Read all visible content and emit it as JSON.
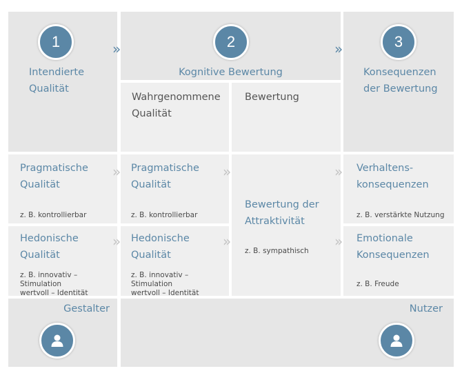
{
  "steps": [
    {
      "number": "1",
      "title": "Intendierte\nQualität"
    },
    {
      "number": "2",
      "title": "Kognitive Bewertung"
    },
    {
      "number": "3",
      "title": "Konsequenzen\nder Bewertung"
    }
  ],
  "sub_headers": {
    "perceived": "Wahrgenommene\nQualität",
    "evaluation": "Bewertung"
  },
  "rows": {
    "pragmatic": {
      "intended_title": "Pragmatische\nQualität",
      "intended_example": "z. B. kontrollierbar",
      "perceived_title": "Pragmatische\nQualität",
      "perceived_example": "z. B. kontrollierbar"
    },
    "hedonic": {
      "intended_title": "Hedonische\nQualität",
      "intended_example": "z. B. innovativ – Stimulation\nwertvoll – Identität",
      "perceived_title": "Hedonische\nQualität",
      "perceived_example": "z. B. innovativ – Stimulation\nwertvoll – Identität"
    }
  },
  "attractiveness": {
    "title": "Bewertung der\nAttraktivität",
    "example": "z. B. sympathisch"
  },
  "consequences": {
    "behavioral_title": "Verhaltens-\nkonsequenzen",
    "behavioral_example": "z. B. verstärkte Nutzung",
    "emotional_title": "Emotionale\nKonsequenzen",
    "emotional_example": "z. B. Freude"
  },
  "actors": {
    "designer": "Gestalter",
    "user": "Nutzer"
  },
  "icons": {
    "step_arrow": "double-chevron-right-icon",
    "flow_arrow": "double-chevron-right-icon",
    "person": "user-icon"
  },
  "colors": {
    "accent": "#5b87a6",
    "dark_cell": "#e6e6e6",
    "light_cell": "#efefef",
    "divider": "#ffffff",
    "arrow_light": "#c4c4c4"
  }
}
